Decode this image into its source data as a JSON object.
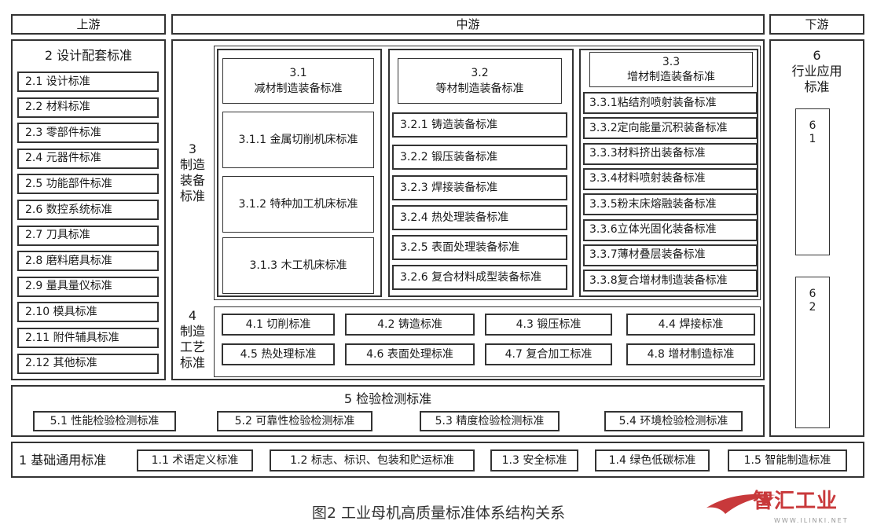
{
  "headers": {
    "upstream": "上游",
    "midstream": "中游",
    "downstream": "下游"
  },
  "design": {
    "title": "2 设计配套标准",
    "items": [
      "2.1 设计标准",
      "2.2 材料标准",
      "2.3 零部件标准",
      "2.4 元器件标准",
      "2.5 功能部件标准",
      "2.6 数控系统标准",
      "2.7 刀具标准",
      "2.8 磨料磨具标准",
      "2.9 量具量仪标准",
      "2.10 模具标准",
      "2.11 附件辅具标准",
      "2.12 其他标准"
    ]
  },
  "manufacturing_equipment": {
    "label": "3\n制造\n装备\n标准",
    "subtractive": {
      "title": "3.1\n减材制造装备标准",
      "items": [
        "3.1.1 金属切削机床标准",
        "3.1.2 特种加工机床标准",
        "3.1.3 木工机床标准"
      ]
    },
    "equal": {
      "title": "3.2\n等材制造装备标准",
      "items": [
        "3.2.1 铸造装备标准",
        "3.2.2 锻压装备标准",
        "3.2.3 焊接装备标准",
        "3.2.4 热处理装备标准",
        "3.2.5 表面处理装备标准",
        "3.2.6 复合材料成型装备标准"
      ]
    },
    "additive": {
      "title": "3.3\n增材制造装备标准",
      "items": [
        "3.3.1粘结剂喷射装备标准",
        "3.3.2定向能量沉积装备标准",
        "3.3.3材料挤出装备标准",
        "3.3.4材料喷射装备标准",
        "3.3.5粉末床熔融装备标准",
        "3.3.6立体光固化装备标准",
        "3.3.7薄材叠层装备标准",
        "3.3.8复合增材制造装备标准"
      ]
    }
  },
  "process": {
    "label": "4\n制造\n工艺\n标准",
    "items": [
      "4.1 切削标准",
      "4.2 铸造标准",
      "4.3 锻压标准",
      "4.4 焊接标准",
      "4.5 热处理标准",
      "4.6 表面处理标准",
      "4.7 复合加工标准",
      "4.8 增材制造标准"
    ]
  },
  "industry": {
    "title": "6\n行业应用\n标准",
    "items": [
      "6\n1",
      "6\n2"
    ]
  },
  "inspection": {
    "title": "5 检验检测标准",
    "items": [
      "5.1 性能检验检测标准",
      "5.2 可靠性检验检测标准",
      "5.3 精度检验检测标准",
      "5.4 环境检验检测标准"
    ]
  },
  "basic": {
    "title": "1 基础通用标准",
    "items": [
      "1.1 术语定义标准",
      "1.2 标志、标识、包装和贮运标准",
      "1.3 安全标准",
      "1.4 绿色低碳标准",
      "1.5 智能制造标准"
    ]
  },
  "caption": "图2 工业母机高质量标准体系结构关系",
  "watermark": {
    "text": "智汇工业",
    "url": "WWW.ILINKI.NET"
  },
  "colors": {
    "line": "#333333",
    "watermark": "#c8393b"
  }
}
